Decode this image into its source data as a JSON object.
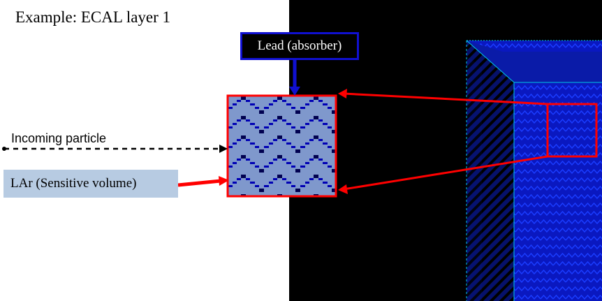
{
  "title": "Example: ECAL layer 1",
  "labels": {
    "lead": "Lead (absorber)",
    "incoming": "Incoming particle",
    "lar": "LAr (Sensitive volume)"
  },
  "colors": {
    "background": "#ffffff",
    "render_background": "#000000",
    "lead_blue": "#0000b4",
    "lar_blue": "#7f98cc",
    "highlight_red": "#ff0000",
    "detector_blue": "#0a1ec8",
    "detector_edge": "#00c8e6",
    "label_box": "#b7cbe2"
  }
}
